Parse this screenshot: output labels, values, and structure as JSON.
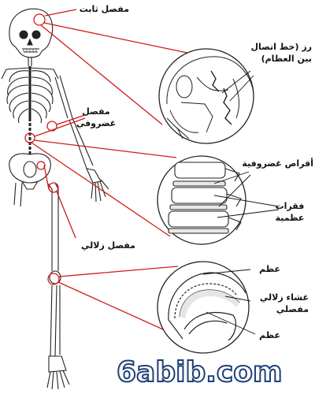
{
  "labels": {
    "fixed_joint": "مفصل ثابت",
    "suture": [
      "رز (خط اتصال",
      "بين العظام)"
    ],
    "cartilaginous_joint": [
      "مفصل",
      "غضروفي"
    ],
    "cartilage_discs": "أقراص غضروفية",
    "vertebrae": [
      "فقرات",
      "عظمية"
    ],
    "synovial_joint": "مفصل زلالي",
    "bone_upper": "عظم",
    "synovial_membrane": [
      "غشاء زلالي",
      "مفصلي"
    ],
    "bone_lower": "عظم"
  },
  "watermark": "6abib.com",
  "colors": {
    "lines": "#d01a1a",
    "ink": "#111111",
    "watermark": "#1f3f78"
  }
}
